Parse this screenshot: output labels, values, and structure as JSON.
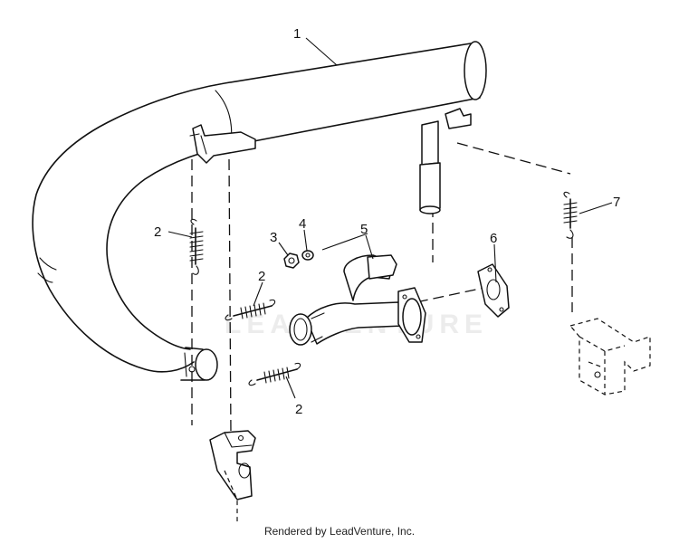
{
  "callouts": {
    "c1": "1",
    "c2a": "2",
    "c2b": "2",
    "c2c": "2",
    "c3": "3",
    "c4": "4",
    "c5": "5",
    "c6": "6",
    "c7": "7"
  },
  "watermark": "LEADVENTURE",
  "footer": "Rendered by LeadVenture, Inc."
}
